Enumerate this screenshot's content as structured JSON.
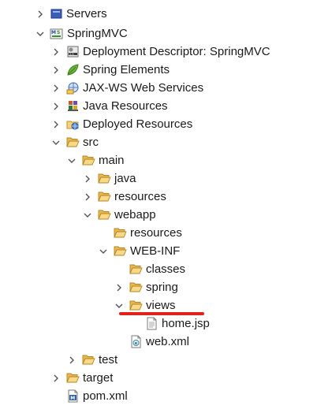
{
  "tree": {
    "rows": [
      {
        "label": "Servers"
      },
      {
        "label": "SpringMVC"
      },
      {
        "label": "Deployment Descriptor: SpringMVC"
      },
      {
        "label": "Spring Elements"
      },
      {
        "label": "JAX-WS Web Services"
      },
      {
        "label": "Java Resources"
      },
      {
        "label": "Deployed Resources"
      },
      {
        "label": "src"
      },
      {
        "label": "main"
      },
      {
        "label": "java"
      },
      {
        "label": "resources"
      },
      {
        "label": "webapp"
      },
      {
        "label": "resources"
      },
      {
        "label": "WEB-INF"
      },
      {
        "label": "classes"
      },
      {
        "label": "spring"
      },
      {
        "label": "views"
      },
      {
        "label": "home.jsp"
      },
      {
        "label": "web.xml"
      },
      {
        "label": "test"
      },
      {
        "label": "target"
      },
      {
        "label": "pom.xml"
      }
    ]
  },
  "colors": {
    "folder_fill": "#f6d27a",
    "folder_stroke": "#c4912a",
    "chevron": "#555555",
    "highlight_underline": "#e0211c"
  }
}
